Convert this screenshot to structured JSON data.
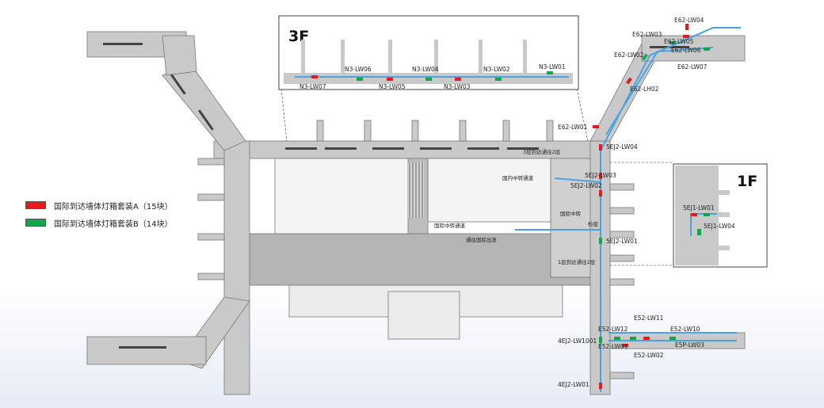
{
  "colors": {
    "type_a": "#e8191c",
    "type_b": "#10a74a",
    "route": "#4aa3e0",
    "building": "#c9c9c9",
    "corridor": "#aaaaaa",
    "outline": "#666666"
  },
  "legend": [
    {
      "color": "#e8191c",
      "label": "国际到达墙体灯箱套装A（15块）"
    },
    {
      "color": "#10a74a",
      "label": "国际到达墙体灯箱套装B（14块）"
    }
  ],
  "inset_3f": {
    "title": "3F",
    "labels": [
      "N3-LW07",
      "N3-LW06",
      "N3-LW05",
      "N3-LW04",
      "N3-LW03",
      "N3-LW02",
      "N3-LW01"
    ]
  },
  "inset_1f": {
    "title": "1F",
    "labels": [
      "5EJ1-LW01",
      "5EJ1-LW04"
    ]
  },
  "labels": {
    "e62": [
      "E62-LW04",
      "E62-LW03",
      "E62-LW05",
      "E62-LW02",
      "E62-LW06",
      "E62-LW07",
      "E62-LH02",
      "E62-LW01"
    ],
    "ej2": [
      "5EJ2-LW04",
      "5EJ2-LW03",
      "5EJ2-LW02",
      "5EJ2-LW01"
    ],
    "e52": [
      "E52-LW11",
      "E52-LW12",
      "E52-LW10",
      "4EJ2-LW1001",
      "E52-LW01",
      "E5P-LW03",
      "E52-LW02",
      "4EJ2-LW01"
    ],
    "notes": [
      "3层到达通往2层",
      "国内中转通道",
      "国际中转通道",
      "通往国际出发",
      "1层到达通往2层",
      "国际中转",
      "检疫"
    ]
  }
}
